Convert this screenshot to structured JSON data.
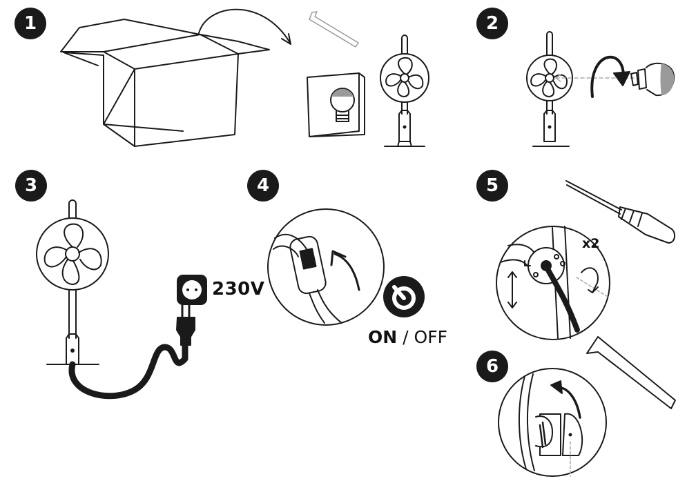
{
  "steps": [
    {
      "number": "1"
    },
    {
      "number": "2"
    },
    {
      "number": "3"
    },
    {
      "number": "4"
    },
    {
      "number": "5"
    },
    {
      "number": "6"
    }
  ],
  "power": {
    "voltage": "230V"
  },
  "switch_label": {
    "on": "ON",
    "separator": " / ",
    "off": "OFF"
  },
  "screw_count": "x2",
  "colors": {
    "ink": "#1a1a1a",
    "bulb_gray": "#9a9a9a",
    "dashed_guide": "#aaaaaa"
  }
}
